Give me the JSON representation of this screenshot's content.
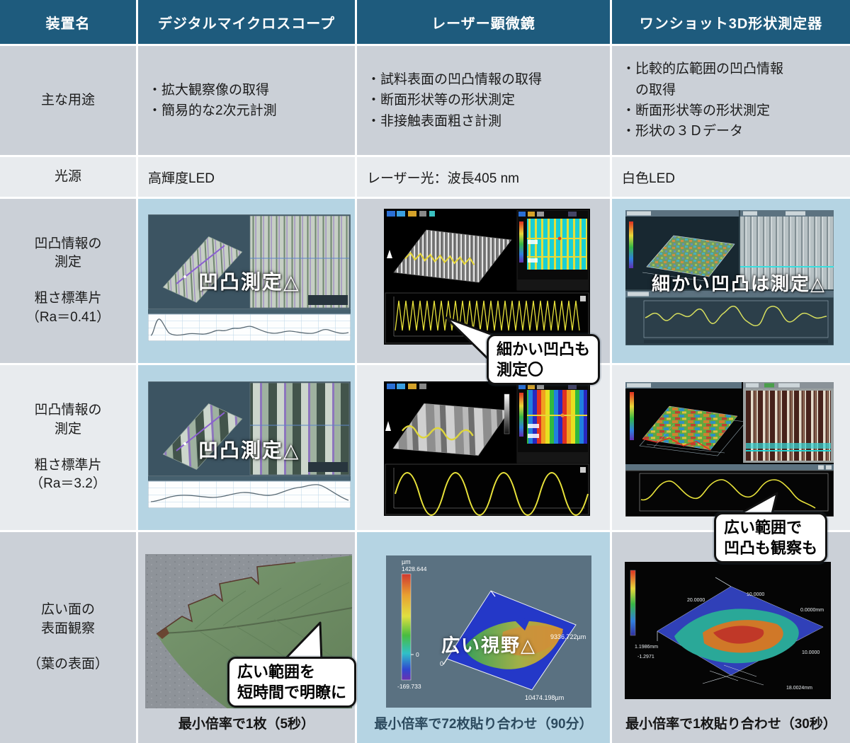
{
  "header": {
    "device": "装置名",
    "dm": "デジタルマイクロスコープ",
    "laser": "レーザー顕微鏡",
    "oneshot": "ワンショット3D形状測定器"
  },
  "rows": {
    "usage": {
      "label": "主な用途",
      "dm": [
        "・拡大観察像の取得",
        "・簡易的な2次元計測"
      ],
      "laser": [
        "・試料表面の凹凸情報の取得",
        "・断面形状等の形状測定",
        "・非接触表面粗さ計測"
      ],
      "oneshot": [
        "・比較的広範囲の凹凸情報",
        "の取得",
        "・断面形状等の形状測定",
        "・形状の３Ｄデータ"
      ]
    },
    "light": {
      "label": "光源",
      "dm": "高輝度LED",
      "laser": "レーザー光：波長405 nm",
      "oneshot": "白色LED"
    },
    "ra041": {
      "label1": [
        "凹凸情報の",
        "測定"
      ],
      "label2": [
        "粗さ標準片",
        "（Ra＝0.41）"
      ],
      "dm_overlay": "凹凸測定△",
      "laser_bubble": [
        "細かい凹凸も",
        "測定〇"
      ],
      "oneshot_overlay": "細かい凹凸は測定△"
    },
    "ra32": {
      "label1": [
        "凹凸情報の",
        "測定"
      ],
      "label2": [
        "粗さ標準片",
        "（Ra＝3.2）"
      ],
      "dm_overlay": "凹凸測定△",
      "oneshot_bubble": [
        "広い範囲で",
        "凹凸も観察も"
      ]
    },
    "wide": {
      "label1": [
        "広い面の",
        "表面観察"
      ],
      "label2": [
        "（葉の表面）"
      ],
      "dm_bubble": [
        "広い範囲を",
        "短時間で明瞭に"
      ],
      "dm_caption": "最小倍率で1枚（5秒）",
      "laser_overlay": "広い視野△",
      "laser_caption": "最小倍率で72枚貼り合わせ（90分）",
      "oneshot_caption": "最小倍率で1枚貼り合わせ（30秒）",
      "laser_scale": {
        "unit": "µm",
        "max": "1428.644",
        "zero": "0",
        "min": "-169.733",
        "width": "9336.722µm",
        "length": "10474.198µm",
        "origin": "0"
      },
      "oneshot_axis": {
        "x1": "20.0000",
        "x2": "10.0000",
        "z_top": "0.0000mm",
        "y_right": "10.0000",
        "y_len": "18.0024mm",
        "z_max": "1.1986mm",
        "z_min": "-1.2971"
      }
    }
  }
}
